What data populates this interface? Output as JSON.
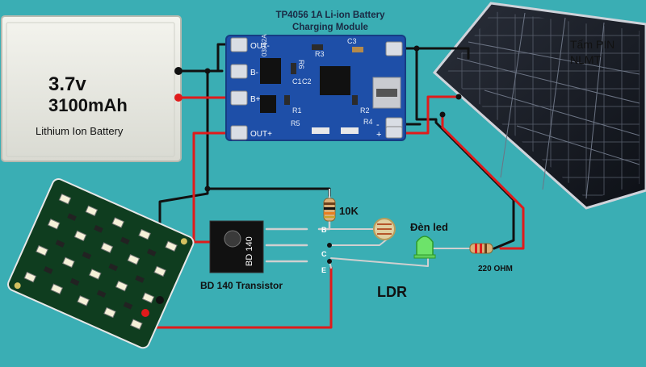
{
  "module": {
    "title_line1": "TP4056 1A Li-ion Battery",
    "title_line2": "Charging Module",
    "chip_code": "03962A",
    "pins": {
      "out_minus": "OUT-",
      "b_minus": "B-",
      "b_plus": "B+",
      "out_plus": "OUT+",
      "in_minus": "-",
      "in_plus": "+"
    },
    "components": [
      "R3",
      "C3",
      "R6",
      "C1",
      "C2",
      "R1",
      "R2",
      "R5",
      "R4"
    ]
  },
  "battery": {
    "voltage": "3.7v",
    "capacity": "3100mAh",
    "type": "Lithium Ion Battery"
  },
  "solar_panel": {
    "label_line1": "Tấm PIN",
    "label_line2": "NLMT"
  },
  "parts": {
    "resistor_10k": "10K",
    "led": "Đèn led",
    "resistor_220": "220 OHM",
    "ldr": "LDR",
    "transistor_label": "BD 140 Transistor",
    "transistor_marking": "BD 140",
    "pin_b": "B",
    "pin_c": "C",
    "pin_e": "E"
  },
  "colors": {
    "background": "#3aaeb4",
    "wire_black": "#111111",
    "wire_red": "#e01b1b",
    "pcb_blue": "#1e4fa8",
    "pcb_green": "#0f3d1f"
  }
}
